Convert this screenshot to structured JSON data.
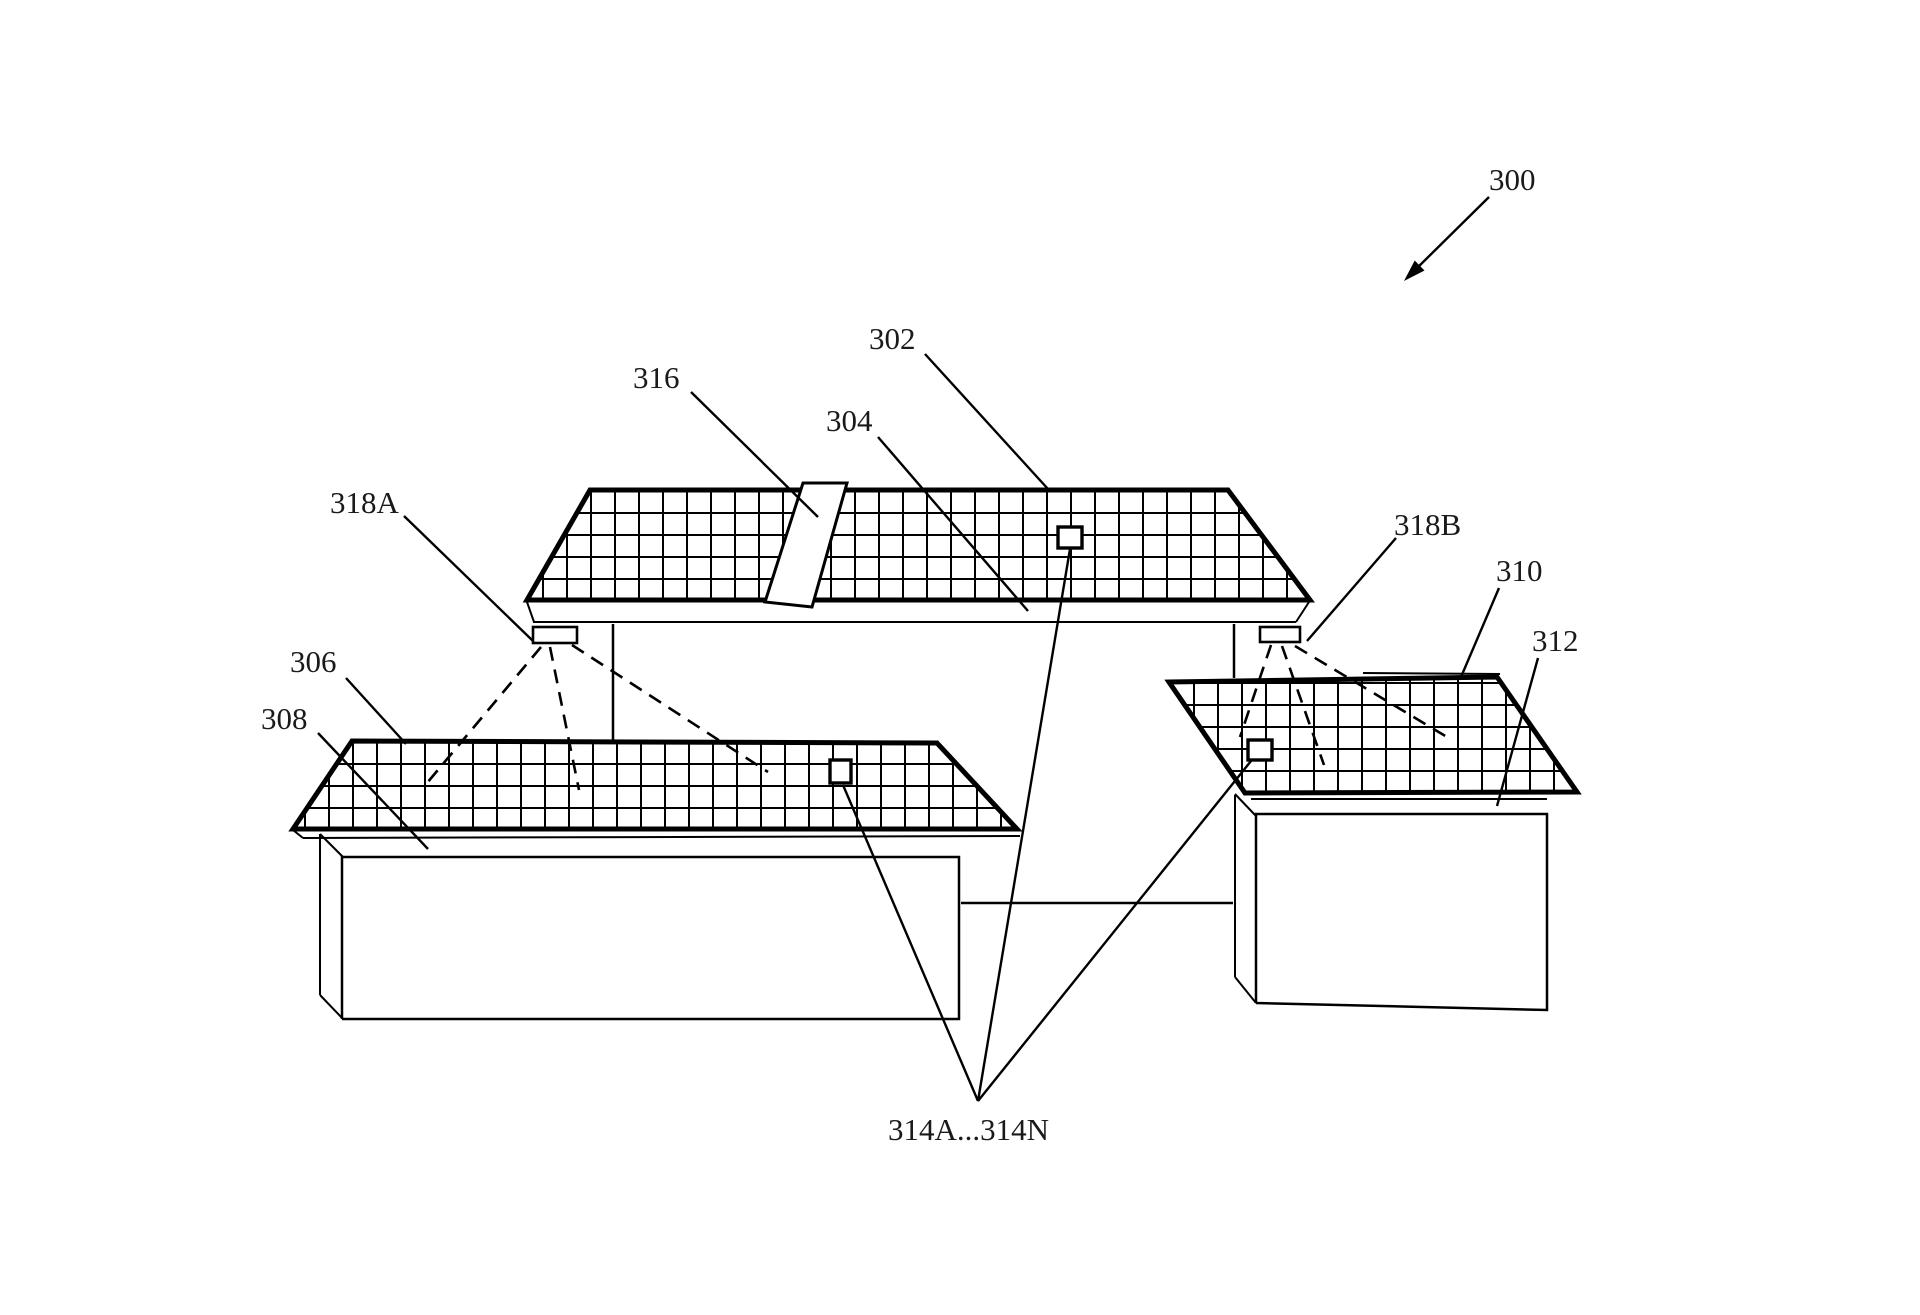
{
  "figure": {
    "labels": {
      "assembly": "300",
      "main_building": "302",
      "main_roof": "304",
      "left_roof": "306",
      "left_building": "308",
      "right_roof": "310",
      "right_building": "312",
      "sensor_array": "314A...314N",
      "chimney": "316",
      "eave_device_left": "318A",
      "eave_device_right": "318B"
    },
    "colors": {
      "ink": "#000000",
      "text": "#1a1a1a",
      "background": "#ffffff"
    }
  }
}
